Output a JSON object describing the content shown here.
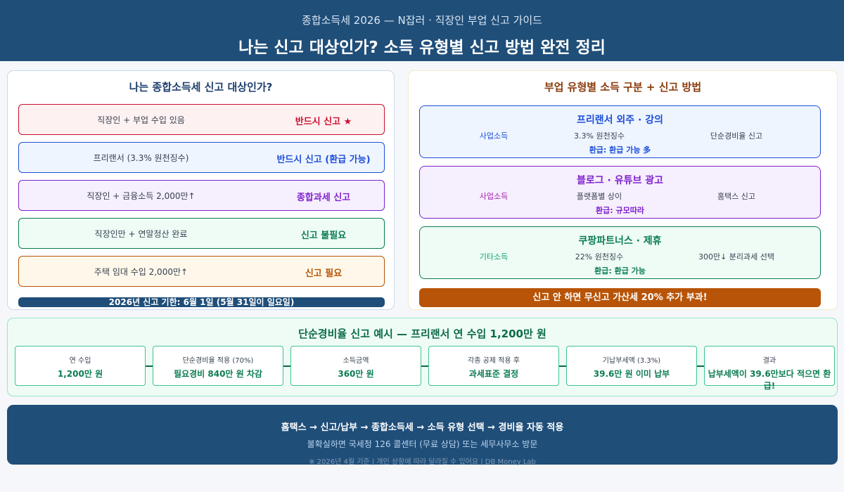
{
  "header": {
    "subtitle": "종합소득세 2026 — N잡러 · 직장인 부업 신고 가이드",
    "title": "나는 신고 대상인가? 소득 유형별 신고 방법 완전 정리"
  },
  "left_panel": {
    "title": "나는 종합소득세 신고 대상인가?",
    "cases": [
      {
        "condition": "직장인 + 부업 수입 있음",
        "result": "반드시 신고 ★"
      },
      {
        "condition": "프리랜서 (3.3% 원천징수)",
        "result": "반드시 신고 (환급 가능)"
      },
      {
        "condition": "직장인 + 금융소득 2,000만↑",
        "result": "종합과세 신고"
      },
      {
        "condition": "직장인만 + 연말정산 완료",
        "result": "신고 불필요"
      },
      {
        "condition": "주택 임대 수입 2,000만↑",
        "result": "신고 필요"
      }
    ],
    "deadline": "2026년 신고 기한: 6월 1일 (5월 31일이 일요일)"
  },
  "right_panel": {
    "title": "부업 유형별 소득 구분 + 신고 방법",
    "types": [
      {
        "name": "프리랜서 외주 · 강의",
        "income": "사업소득",
        "tax": "3.3% 원천징수",
        "method": "단순경비율 신고",
        "refund": "환급: 환급 가능 多"
      },
      {
        "name": "블로그 · 유튜브 광고",
        "income": "사업소득",
        "tax": "플랫폼별 상이",
        "method": "홈택스 신고",
        "refund": "환급: 규모따라"
      },
      {
        "name": "쿠팡파트너스 · 제휴",
        "income": "기타소득",
        "tax": "22% 원천징수",
        "method": "300만↓ 분리과세 선택",
        "refund": "환급: 환급 가능"
      }
    ],
    "warning": "신고 안 하면 무신고 가산세 20% 추가 부과!"
  },
  "example": {
    "title": "단순경비율 신고 예시 — 프리랜서 연 수입 1,200만 원",
    "steps": [
      {
        "label": "연 수입",
        "value": "1,200만 원"
      },
      {
        "label": "단순경비율 적용 (70%)",
        "value": "필요경비 840만 원 차감"
      },
      {
        "label": "소득금액",
        "value": "360만 원"
      },
      {
        "label": "각종 공제 적용 후",
        "value": "과세표준 결정"
      },
      {
        "label": "기납부세액 (3.3%)",
        "value": "39.6만 원 이미 납부"
      },
      {
        "label": "결과",
        "value": "납부세액이 39.6만보다 적으면 환급!"
      }
    ]
  },
  "footer": {
    "path": "홈택스 → 신고/납부 → 종합소득세 → 소득 유형 선택 → 경비율 자동 적용",
    "help": "불확실하면 국세청 126 콜센터 (무료 상담) 또는 세무사무소 방문",
    "note": "※ 2026년 4월 기준 | 개인 상황에 따라 달라질 수 있어요 | DB Money Lab"
  },
  "colors": {
    "navy": "#1f4e79",
    "red": "#c8102e",
    "blue": "#1d4ed8",
    "purple": "#7e22ce",
    "green": "#0b7d52",
    "orange": "#b85407"
  }
}
